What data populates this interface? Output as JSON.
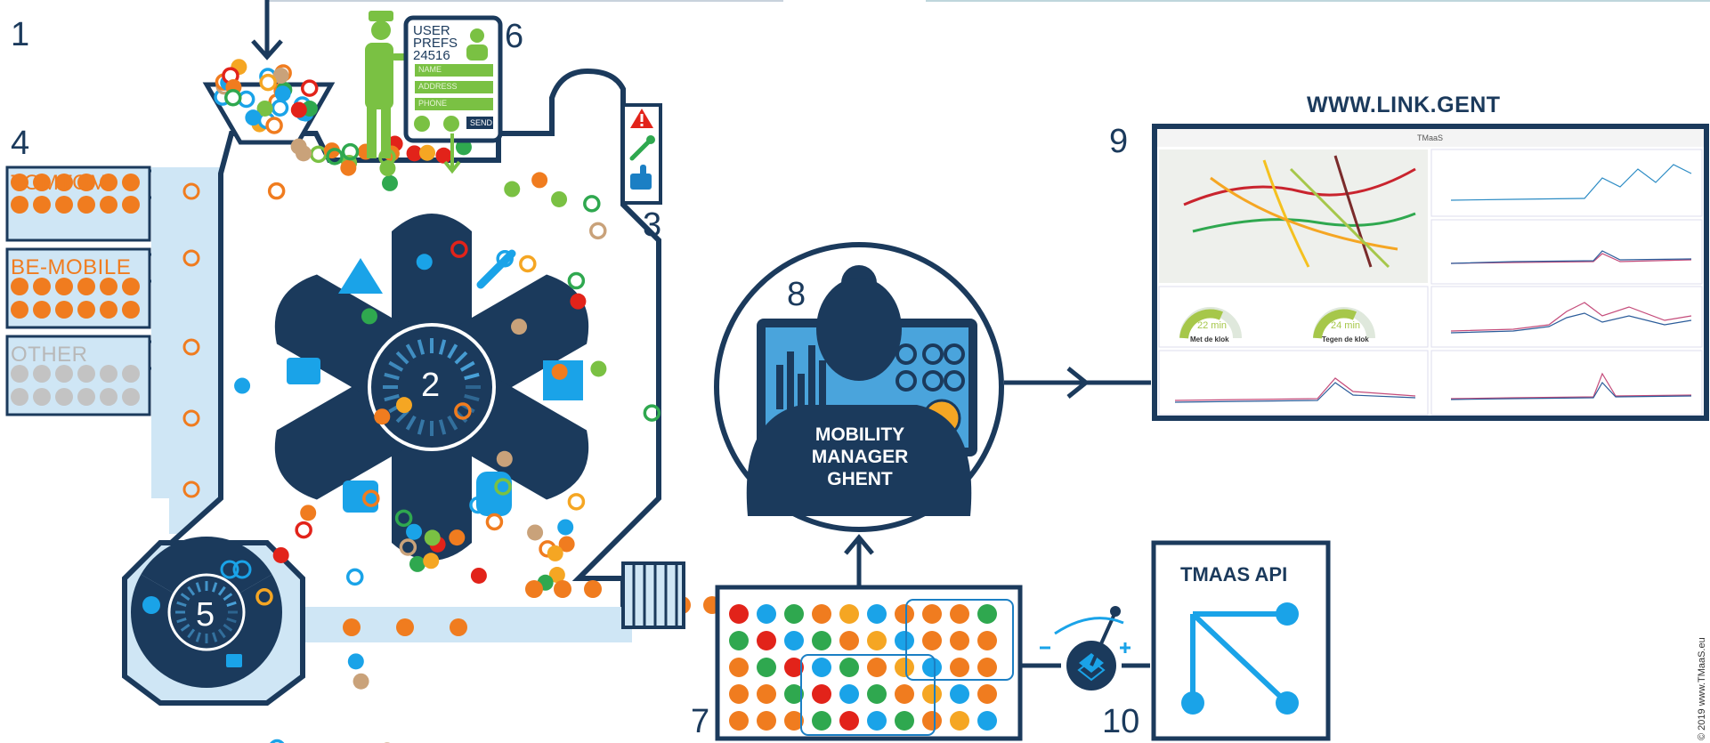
{
  "steps": {
    "s1": "1",
    "s2": "2",
    "s3": "3",
    "s4": "4",
    "s5": "5",
    "s6": "6",
    "s7": "7",
    "s8": "8",
    "s9": "9",
    "s10": "10"
  },
  "providers": [
    "TOMTOM",
    "BE-MOBILE",
    "OTHER"
  ],
  "user_prefs": {
    "title_line1": "USER",
    "title_line2": "PREFS",
    "id": "24516",
    "fields": [
      "NAME",
      "ADDRESS",
      "PHONE"
    ],
    "send": "SEND"
  },
  "mobility_manager": {
    "line1": "MOBILITY",
    "line2": "MANAGER",
    "line3": "GHENT"
  },
  "website": {
    "title": "WWW.LINK.GENT",
    "dashboard_title": "TMaaS",
    "gauge_left_value": "22 min",
    "gauge_left_label": "Met de klok",
    "gauge_right_value": "24 min",
    "gauge_right_label": "Tegen de klok"
  },
  "api": {
    "title": "TMAAS API"
  },
  "copyright": "© 2019 www.TMaaS.eu",
  "colors": {
    "navy": "#1b3a5c",
    "light_blue": "#cfe6f5",
    "orange": "#f07c1f",
    "red": "#e2231a",
    "green": "#2fa84f",
    "blue": "#1aa3e8",
    "tan": "#c9a27a",
    "yellow": "#f5a623",
    "gray": "#c3c3c3",
    "lime": "#7ac143"
  },
  "icons": [
    "arrow-down-icon",
    "warning-icon",
    "wrench-icon",
    "thumbs-up-icon",
    "lock-open-icon",
    "stop-hand-icon",
    "blocks-icon",
    "lock-icon",
    "medal-icon",
    "rings-icon",
    "layers-icon",
    "person-icon"
  ]
}
